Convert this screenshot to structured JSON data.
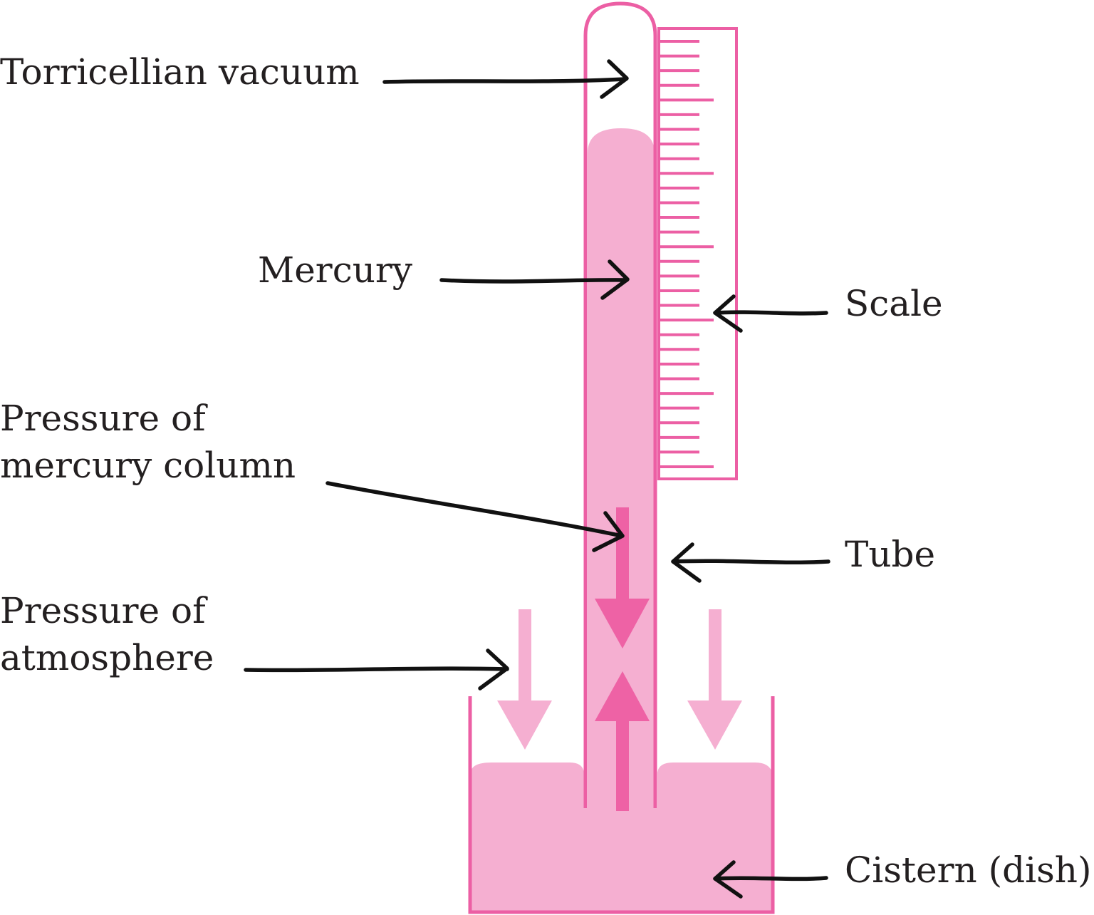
{
  "colors": {
    "outline": "#ec5fa4",
    "mercury": "#f5afd1",
    "atmosphere_arrow": "#f5afd1",
    "column_arrow": "#ee62a5",
    "pointer": "#111111",
    "text": "#231f20"
  },
  "labels": {
    "torricellian_vacuum": "Torricellian vacuum",
    "mercury": "Mercury",
    "pressure_column_line1": "Pressure of",
    "pressure_column_line2": "mercury column",
    "pressure_atmosphere_line1": "Pressure of",
    "pressure_atmosphere_line2": "atmosphere",
    "scale": "Scale",
    "tube": "Tube",
    "cistern": "Cistern (dish)"
  }
}
